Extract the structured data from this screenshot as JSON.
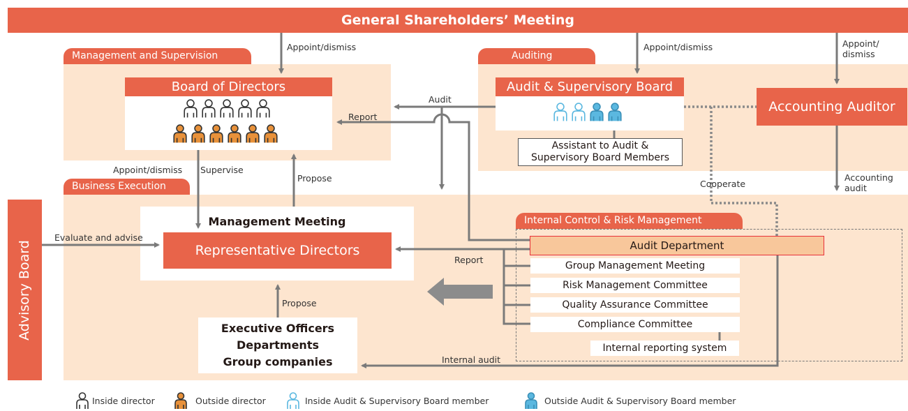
{
  "header": {
    "title": "General Shareholders’ Meeting"
  },
  "sections": {
    "management": "Management and Supervision",
    "auditing": "Auditing",
    "business": "Business Execution",
    "internal_control": "Internal Control & Risk Management"
  },
  "boxes": {
    "board": "Board of Directors",
    "audit_board": "Audit & Supervisory Board",
    "assistant_line1": "Assistant to Audit &",
    "assistant_line2": "Supervisory Board Members",
    "accounting_auditor": "Accounting Auditor",
    "management_meeting": "Management Meeting",
    "representative": "Representative Directors",
    "advisory_board": "Advisory Board",
    "exec_line1": "Executive Officers",
    "exec_line2": "Departments",
    "exec_line3": "Group companies",
    "audit_department": "Audit Department",
    "committees": [
      "Group Management Meeting",
      "Risk Management Committee",
      "Quality Assurance Committee",
      "Compliance Committee"
    ],
    "internal_reporting": "Internal reporting system"
  },
  "labels": {
    "appoint_dismiss_1": "Appoint/dismiss",
    "appoint_dismiss_2": "Appoint/dismiss",
    "appoint_dismiss_3a": "Appoint/",
    "appoint_dismiss_3b": "dismiss",
    "audit": "Audit",
    "report_board": "Report",
    "appoint_dismiss_rep": "Appoint/dismiss",
    "supervise": "Supervise",
    "propose_top": "Propose",
    "cooperate": "Cooperate",
    "accounting_audit_a": "Accounting",
    "accounting_audit_b": "audit",
    "evaluate_advise": "Evaluate and advise",
    "report_rep": "Report",
    "propose_bottom": "Propose",
    "internal_audit": "Internal audit"
  },
  "legend": [
    {
      "icon": "inside-director",
      "label": "Inside director"
    },
    {
      "icon": "outside-director",
      "label": "Outside director"
    },
    {
      "icon": "inside-audit-member",
      "label": "Inside Audit & Supervisory Board member"
    },
    {
      "icon": "outside-audit-member",
      "label": "Outside Audit & Supervisory Board member"
    }
  ],
  "colors": {
    "accent": "#e8644a",
    "zone": "#fde5cf",
    "outside_director": "#e8913a",
    "audit_member": "#5bb8e0",
    "arrow": "#7a7a7a",
    "audit_dept_fill": "#f8c79b",
    "audit_dept_border": "#e8303a"
  }
}
